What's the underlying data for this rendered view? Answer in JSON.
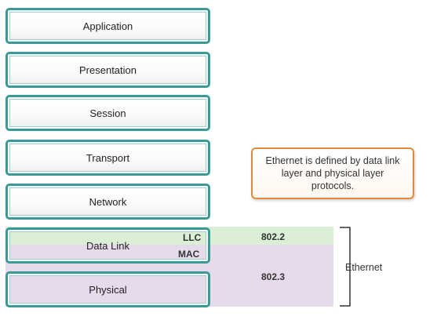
{
  "layers": [
    {
      "name": "Application"
    },
    {
      "name": "Presentation"
    },
    {
      "name": "Session"
    },
    {
      "name": "Transport"
    },
    {
      "name": "Network"
    },
    {
      "name": "Data Link"
    },
    {
      "name": "Physical"
    }
  ],
  "sublayers": {
    "llc": "LLC",
    "mac": "MAC"
  },
  "standards": {
    "llc": "802.2",
    "mac": "802.3"
  },
  "callout": {
    "text": "Ethernet is defined by data link layer and physical layer protocols."
  },
  "ethernet_label": "Ethernet",
  "colors": {
    "layer_border": "#3a9a96",
    "llc_band": "#dbeed6",
    "mac_band": "#e6dbea",
    "callout_border": "#e58a3a"
  }
}
